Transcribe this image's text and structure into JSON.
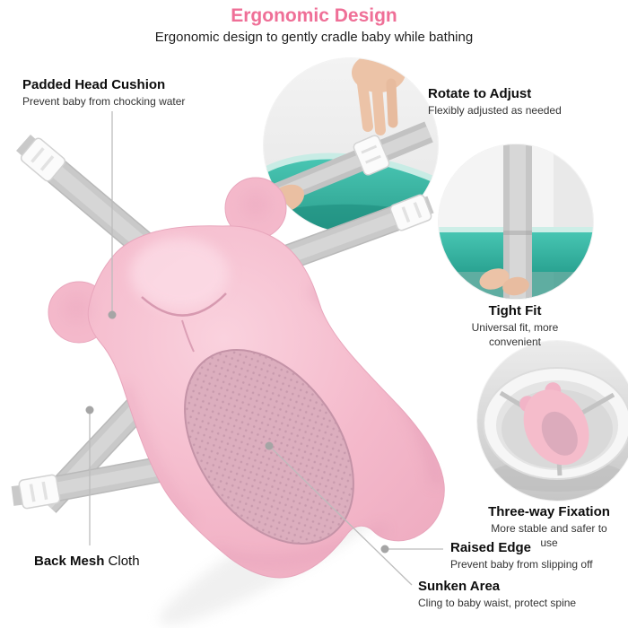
{
  "header": {
    "title": "Ergonomic Design",
    "subtitle": "Ergonomic design to gently cradle baby while bathing"
  },
  "callouts": {
    "padded_head_cushion": {
      "title": "Padded Head Cushion",
      "desc": "Prevent baby from chocking water"
    },
    "rotate_to_adjust": {
      "title": "Rotate to Adjust",
      "desc": "Flexibly adjusted as needed"
    },
    "tight_fit": {
      "title": "Tight Fit",
      "desc": "Universal fit, more convenient"
    },
    "three_way_fixation": {
      "title": "Three-way Fixation",
      "desc": "More stable and safer to use"
    },
    "back_mesh_cloth": {
      "title_bold": "Back Mesh",
      "title_rest": " Cloth"
    },
    "raised_edge": {
      "title": "Raised Edge",
      "desc": "Prevent baby from slipping off"
    },
    "sunken_area": {
      "title": "Sunken Area",
      "desc": "Cling to baby waist, protect spine"
    }
  },
  "illustration": {
    "insets": [
      {
        "name": "rotate-to-adjust-photo"
      },
      {
        "name": "tight-fit-strap-photo"
      },
      {
        "name": "tub-with-cushion-photo"
      }
    ],
    "colors": {
      "title_pink": "#ef6f97",
      "cushion_pink": "#f4b9cb",
      "mesh_mauve": "#dcaebe",
      "strap_gray": "#c7c7c7",
      "tub_teal": "#3cbcab",
      "text_dark": "#1f1f1f",
      "callout_gray": "#a5a5a5"
    }
  }
}
